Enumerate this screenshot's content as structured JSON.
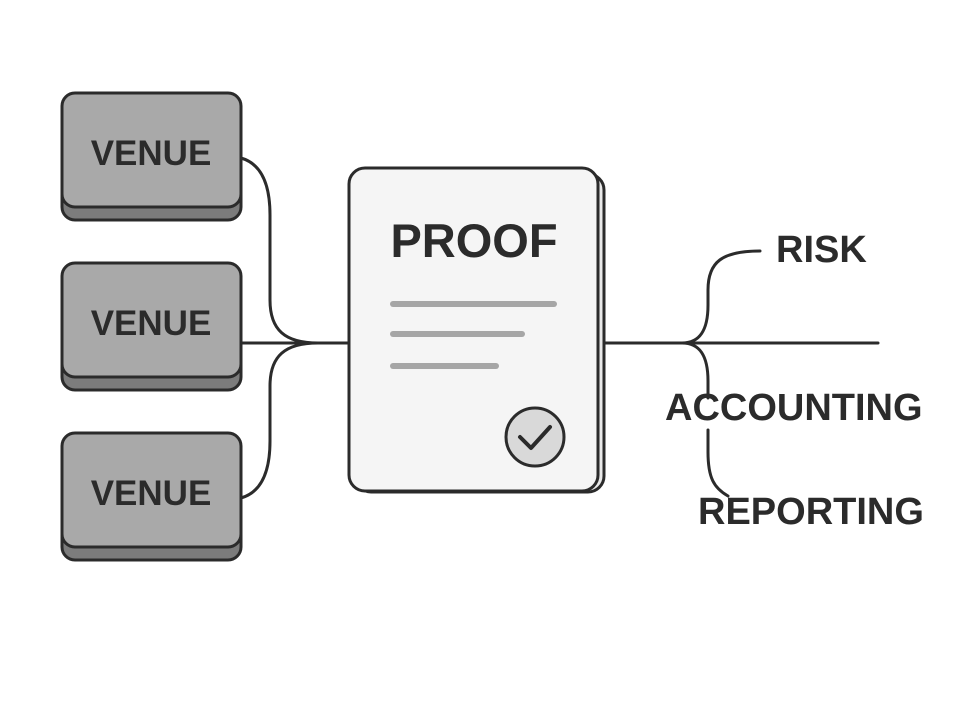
{
  "sources": [
    {
      "label": "VENUE"
    },
    {
      "label": "VENUE"
    },
    {
      "label": "VENUE"
    }
  ],
  "document": {
    "title": "PROOF",
    "check_icon": "check-circle-icon"
  },
  "outputs": [
    {
      "label": "RISK"
    },
    {
      "label": "ACCOUNTING"
    },
    {
      "label": "REPORTING"
    }
  ],
  "colors": {
    "source_fill": "#a9a9a9",
    "source_shadow": "#7c7c7c",
    "stroke": "#2b2b2b",
    "document_fill": "#f5f5f5",
    "document_lines": "#a6a6a6",
    "check_fill": "#d9d9d9"
  }
}
